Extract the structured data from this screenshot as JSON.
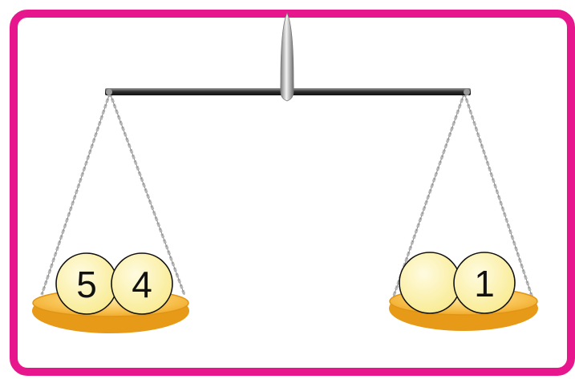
{
  "colors": {
    "frame": "#e8168c",
    "pan": "#f5b43a",
    "ball": "#fdf3a8",
    "beam": "#2b2b2b",
    "chain": "#a9a9a9"
  },
  "left_pan": {
    "balls": [
      {
        "label": "5"
      },
      {
        "label": "4"
      }
    ]
  },
  "right_pan": {
    "balls": [
      {
        "label": ""
      },
      {
        "label": "1"
      }
    ]
  }
}
